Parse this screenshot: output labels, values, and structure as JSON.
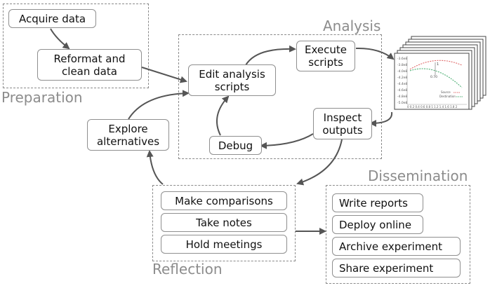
{
  "groups": {
    "preparation": "Preparation",
    "analysis": "Analysis",
    "reflection": "Reflection",
    "dissemination": "Dissemination"
  },
  "nodes": {
    "acquire_data": "Acquire data",
    "reformat": "Reformat and\nclean data",
    "edit_scripts": "Edit analysis\nscripts",
    "execute": "Execute\nscripts",
    "inspect": "Inspect\noutputs",
    "debug": "Debug",
    "explore": "Explore\nalternatives",
    "make_comparisons": "Make comparisons",
    "take_notes": "Take notes",
    "hold_meetings": "Hold meetings",
    "write_reports": "Write reports",
    "deploy_online": "Deploy online",
    "archive_experiment": "Archive experiment",
    "share_experiment": "Share experiment"
  },
  "chart_thumbnail": {
    "y_ticks": [
      "-3.6e8",
      "-3.8e8",
      "-4.0e8",
      "-4.2e8",
      "-4.4e8",
      "-4.6e8",
      "-4.8e8",
      "-5.0e8"
    ],
    "x_ticks": "0 0.2 0.4 0.6 0.8 1 1.2 1.4 1.6 1.8 2",
    "annotation_1": "1",
    "annotation_2": "0.70",
    "legend_1": "Source",
    "legend_2": "Destination",
    "series_colors": [
      "#e06b6b",
      "#4caf73"
    ]
  }
}
